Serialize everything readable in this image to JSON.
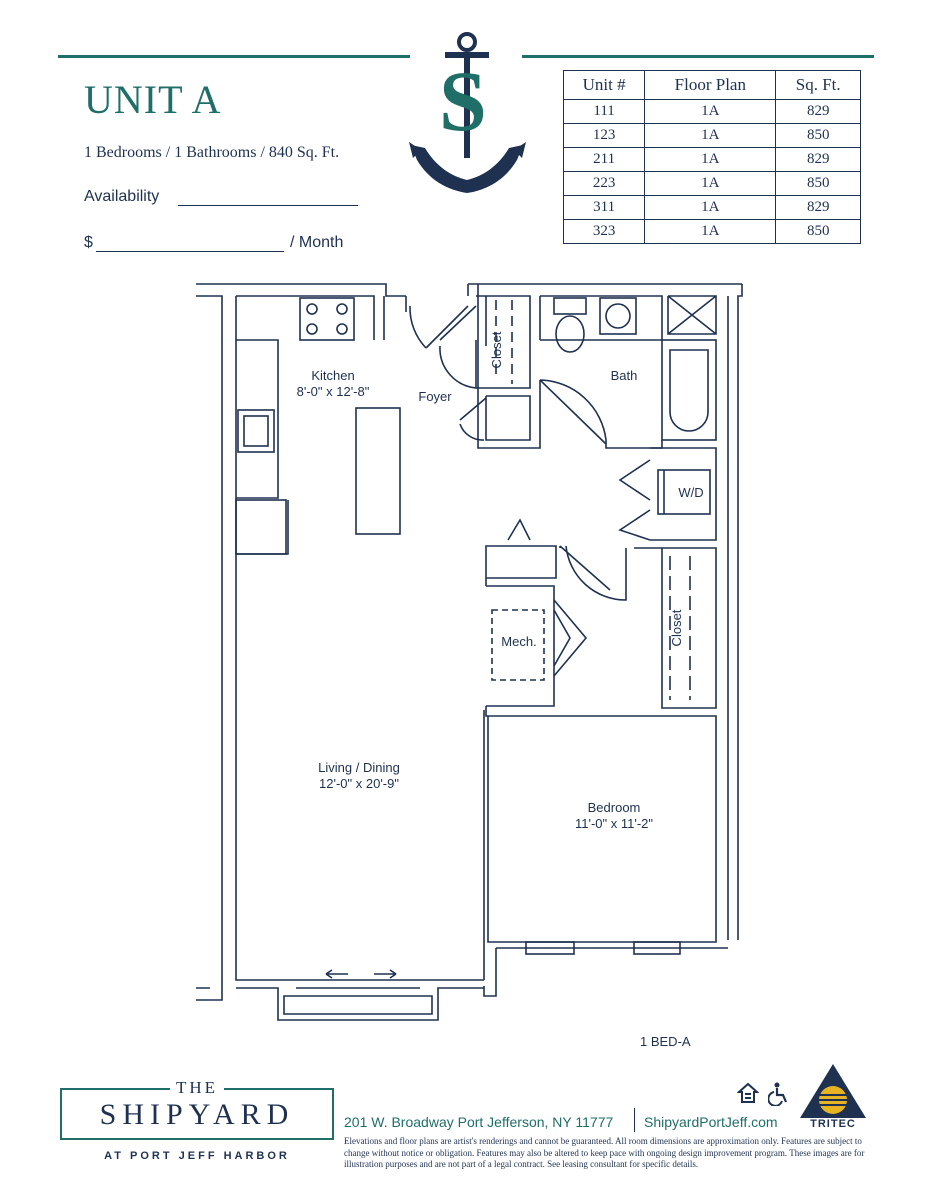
{
  "unit": {
    "title": "UNIT A",
    "specs": "1 Bedrooms / 1 Bathrooms / 840 Sq. Ft.",
    "availability_label": "Availability",
    "price_prefix": "$",
    "price_suffix": "/ Month"
  },
  "logo_letter": "S",
  "units_table": {
    "headers": [
      "Unit #",
      "Floor Plan",
      "Sq. Ft."
    ],
    "rows": [
      [
        "111",
        "1A",
        "829"
      ],
      [
        "123",
        "1A",
        "850"
      ],
      [
        "211",
        "1A",
        "829"
      ],
      [
        "223",
        "1A",
        "850"
      ],
      [
        "311",
        "1A",
        "829"
      ],
      [
        "323",
        "1A",
        "850"
      ]
    ]
  },
  "rooms": {
    "kitchen": "Kitchen",
    "kitchen_dim": "8'-0\" x 12'-8\"",
    "foyer": "Foyer",
    "closet_top": "Closet",
    "bath": "Bath",
    "wd": "W/D",
    "mech": "Mech.",
    "closet_right": "Closet",
    "living": "Living / Dining",
    "living_dim": "12'-0\" x 20'-9\"",
    "bedroom": "Bedroom",
    "bedroom_dim": "11'-0\" x 11'-2\""
  },
  "plan_code": "1 BED-A",
  "branding": {
    "the": "THE",
    "shipyard": "SHIPYARD",
    "tagline": "AT PORT JEFF HARBOR",
    "address": "201 W. Broadway Port Jefferson, NY 11777",
    "website": "ShipyardPortJeff.com",
    "developer": "TRITEC",
    "disclaimer": "Elevations and floor plans are artist's renderings and cannot be guaranteed. All room dimensions are approximation only. Features are subject to change without notice or obligation. Features may also be altered to keep pace with ongoing design improvement program. These images are for illustration purposes and are not part of a legal contract. See leasing consultant for specific details."
  },
  "colors": {
    "teal": "#1f6e68",
    "navy": "#1f3150",
    "gold": "#e6b422"
  }
}
